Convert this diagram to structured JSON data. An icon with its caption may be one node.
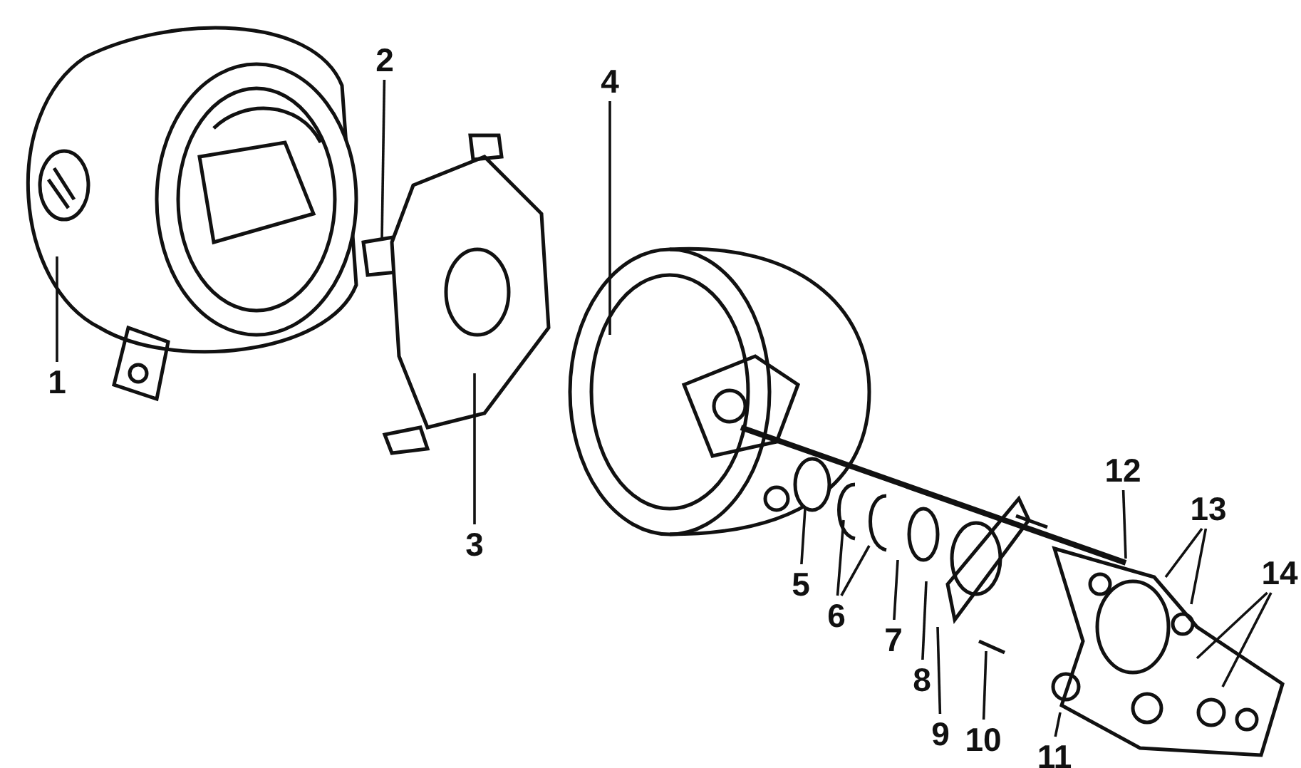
{
  "diagram": {
    "nodes": [
      {
        "text": [
          "1"
        ]
      },
      {
        "text": [
          "2"
        ]
      },
      {
        "text": [
          "3"
        ]
      },
      {
        "text": [
          "4"
        ]
      },
      {
        "text": [
          "5"
        ]
      },
      {
        "text": [
          "6"
        ]
      },
      {
        "text": [
          "7"
        ]
      },
      {
        "text": [
          "8"
        ]
      },
      {
        "text": [
          "9"
        ]
      },
      {
        "text": [
          "10"
        ]
      },
      {
        "text": [
          "11"
        ]
      },
      {
        "text": [
          "12"
        ]
      },
      {
        "text": [
          "13"
        ]
      },
      {
        "text": [
          "14"
        ]
      }
    ],
    "edges": [
      {
        "from": 0,
        "to": null,
        "arrow": "none"
      },
      {
        "from": 1,
        "to": null,
        "arrow": "none"
      },
      {
        "from": 2,
        "to": null,
        "arrow": "none"
      },
      {
        "from": 3,
        "to": null,
        "arrow": "none"
      },
      {
        "from": 4,
        "to": null,
        "arrow": "none"
      },
      {
        "from": 5,
        "to": null,
        "arrow": "none"
      },
      {
        "from": 5,
        "to": null,
        "arrow": "none"
      },
      {
        "from": 6,
        "to": null,
        "arrow": "none"
      },
      {
        "from": 7,
        "to": null,
        "arrow": "none"
      },
      {
        "from": 8,
        "to": null,
        "arrow": "none"
      },
      {
        "from": 9,
        "to": null,
        "arrow": "none"
      },
      {
        "from": 10,
        "to": null,
        "arrow": "none"
      },
      {
        "from": 11,
        "to": null,
        "arrow": "none"
      },
      {
        "from": 12,
        "to": null,
        "arrow": "none"
      },
      {
        "from": 12,
        "to": null,
        "arrow": "none"
      },
      {
        "from": 13,
        "to": null,
        "arrow": "none"
      },
      {
        "from": 13,
        "to": null,
        "arrow": "none"
      }
    ]
  }
}
